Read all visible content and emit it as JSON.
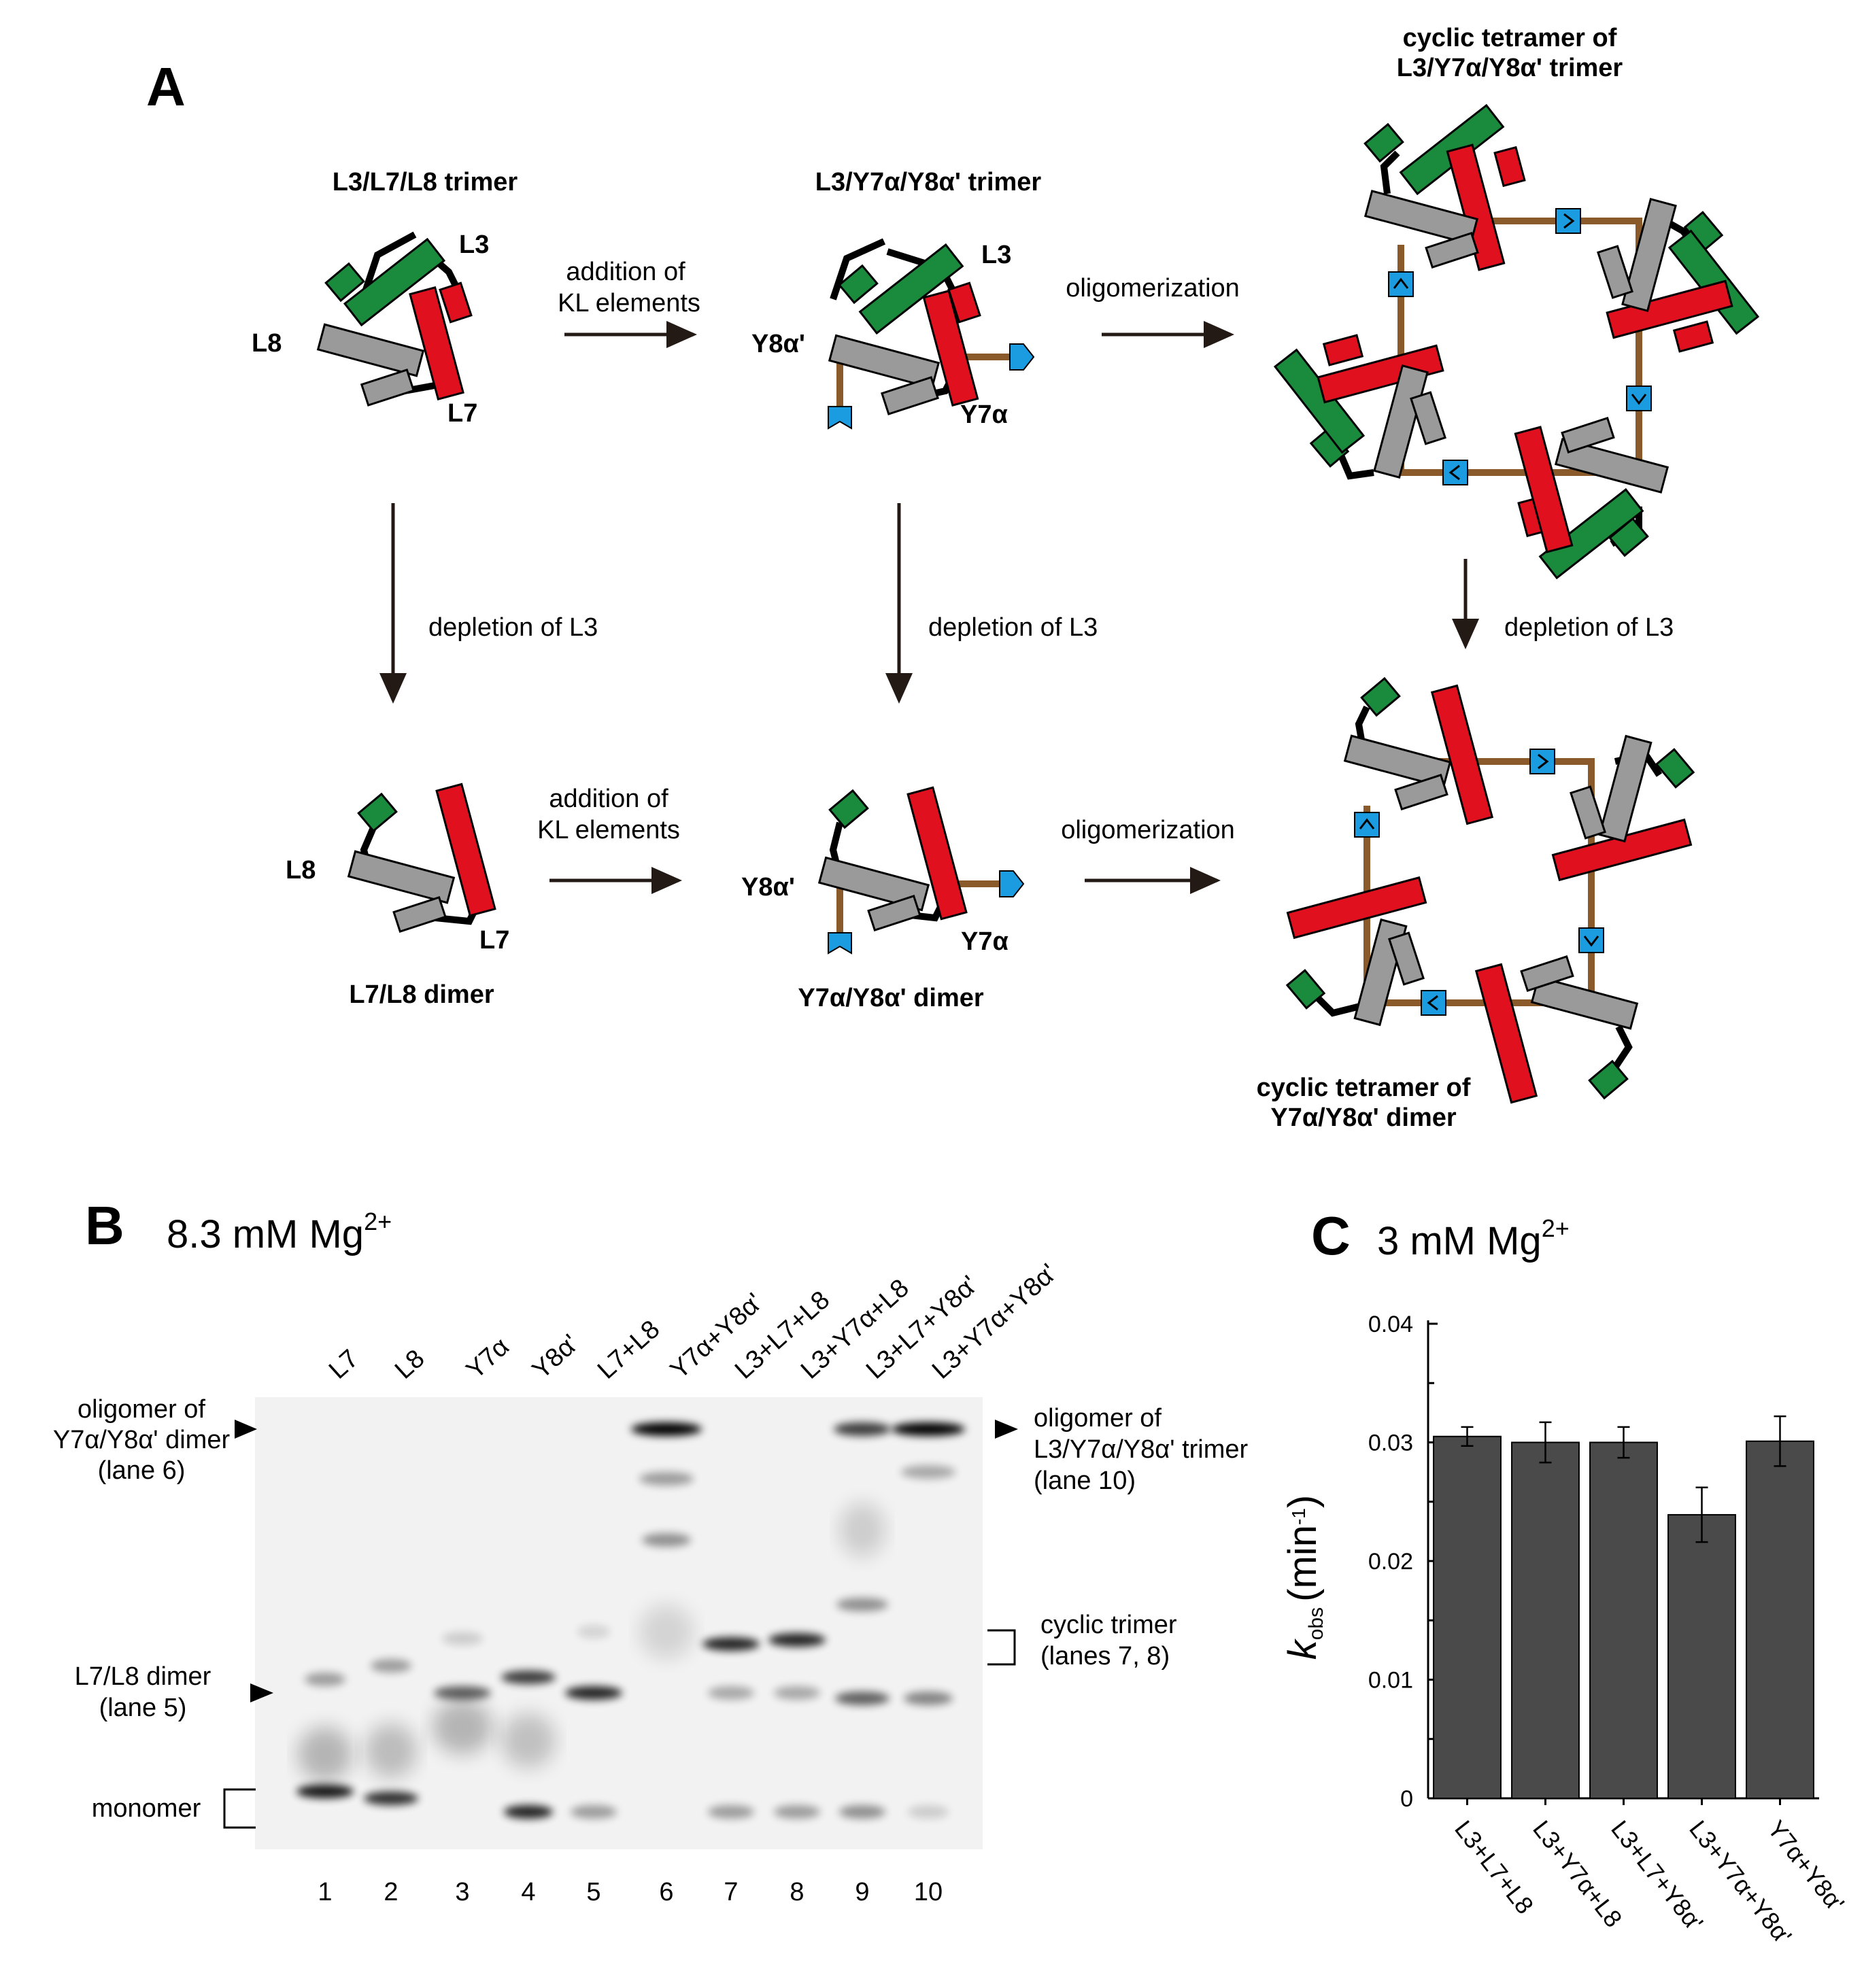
{
  "panelA": {
    "letter": "A",
    "trimer_title": "L3/L7/L8 trimer",
    "y_trimer_title": "L3/Y7α/Y8α' trimer",
    "tetramer_trimer_title_1": "cyclic tetramer of",
    "tetramer_trimer_title_2": "L3/Y7α/Y8α' trimer",
    "dimer_title": "L7/L8 dimer",
    "y_dimer_title": "Y7α/Y8α' dimer",
    "tetramer_dimer_title_1": "cyclic tetramer of",
    "tetramer_dimer_title_2": "Y7α/Y8α' dimer",
    "label_L3": "L3",
    "label_L7": "L7",
    "label_L8": "L8",
    "label_Y7a": "Y7α",
    "label_Y8a": "Y8α'",
    "addition_1": "addition of",
    "addition_2": "KL elements",
    "oligomerization": "oligomerization",
    "depletion": "depletion of L3"
  },
  "panelB": {
    "letter": "B",
    "condition": "8.3 mM Mg",
    "condition_sup": "2+",
    "lane_headers": [
      "L7",
      "L8",
      "Y7α",
      "Y8α'",
      "L7+L8",
      "Y7α+Y8α'",
      "L3+L7+L8",
      "L3+Y7α+L8",
      "L3+L7+Y8α'",
      "L3+Y7α+Y8α'"
    ],
    "lane_numbers": [
      "1",
      "2",
      "3",
      "4",
      "5",
      "6",
      "7",
      "8",
      "9",
      "10"
    ],
    "left_oligomer_1": "oligomer of",
    "left_oligomer_2": "Y7α/Y8α' dimer",
    "left_oligomer_3": "(lane 6)",
    "left_dimer_1": "L7/L8 dimer",
    "left_dimer_2": "(lane 5)",
    "left_monomer": "monomer",
    "right_oligomer_1": "oligomer of",
    "right_oligomer_2": "L3/Y7α/Y8α' trimer",
    "right_oligomer_3": "(lane 10)",
    "right_trimer_1": "cyclic trimer",
    "right_trimer_2": "(lanes 7, 8)"
  },
  "panelC": {
    "letter": "C",
    "condition": "3 mM Mg",
    "condition_sup": "2+",
    "ylabel_k": "k",
    "ylabel_sub": "obs",
    "ylabel_unit": "(min",
    "ylabel_unit_sup": "-1",
    "ylabel_close": ")"
  },
  "chart_data": {
    "type": "bar",
    "categories": [
      "L3+L7+L8",
      "L3+Y7α+L8",
      "L3+L7+Y8α'",
      "L3+Y7α+Y8α'",
      "Y7α+Y8α'"
    ],
    "values": [
      0.0305,
      0.03,
      0.03,
      0.0239,
      0.0301
    ],
    "errors": [
      0.0008,
      0.0017,
      0.0013,
      0.0023,
      0.0021
    ],
    "ylim": [
      0,
      0.04
    ],
    "yticks": [
      "0",
      "0.01",
      "0.02",
      "0.03",
      "0.04"
    ],
    "bar_color": "#4a4a4a"
  },
  "colors": {
    "green": "#1a8a3c",
    "red": "#e0101e",
    "gray": "#9a9a9a",
    "blue": "#1b9be0",
    "brown": "#8a5a2b"
  }
}
